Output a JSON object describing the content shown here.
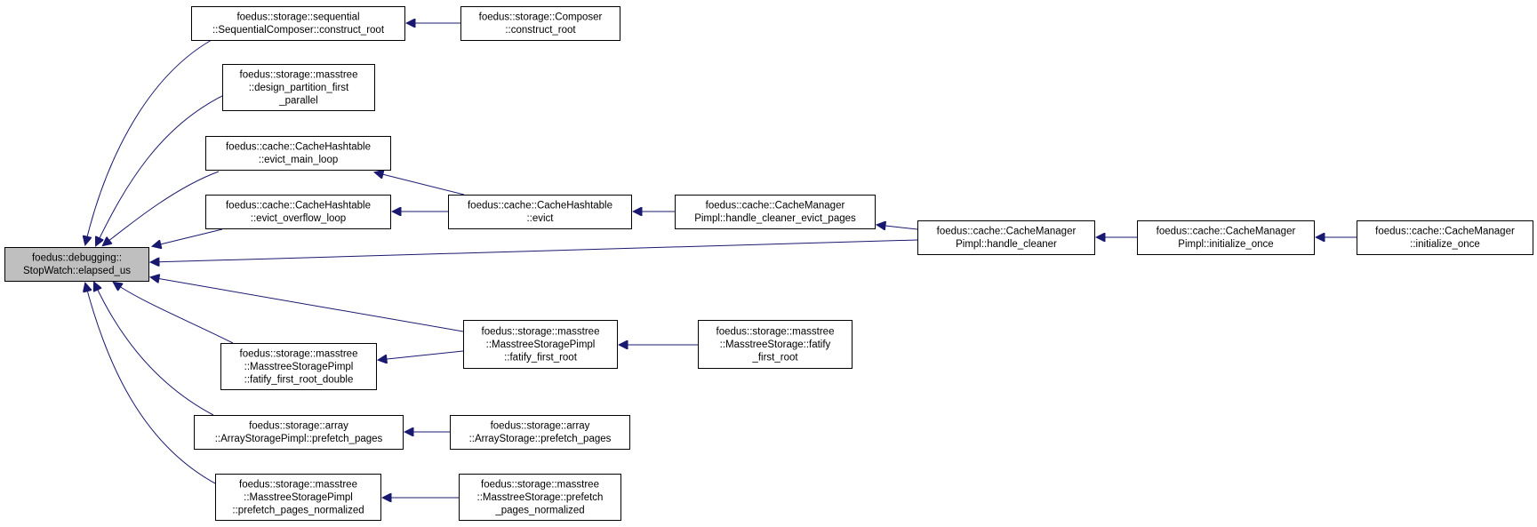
{
  "diagram": {
    "colors": {
      "edge": "#191970",
      "root_fill": "#bfbfbf",
      "node_fill": "#ffffff",
      "node_border": "#000000"
    },
    "nodes": {
      "root": [
        "foedus::debugging::",
        "StopWatch::elapsed_us"
      ],
      "seq_construct_root": [
        "foedus::storage::sequential",
        "::SequentialComposer::construct_root"
      ],
      "composer_construct_root": [
        "foedus::storage::Composer",
        "::construct_root"
      ],
      "design_partition": [
        "foedus::storage::masstree",
        "::design_partition_first",
        "_parallel"
      ],
      "evict_main_loop": [
        "foedus::cache::CacheHashtable",
        "::evict_main_loop"
      ],
      "evict_overflow_loop": [
        "foedus::cache::CacheHashtable",
        "::evict_overflow_loop"
      ],
      "evict": [
        "foedus::cache::CacheHashtable",
        "::evict"
      ],
      "handle_cleaner_evict_pages": [
        "foedus::cache::CacheManager",
        "Pimpl::handle_cleaner_evict_pages"
      ],
      "handle_cleaner": [
        "foedus::cache::CacheManager",
        "Pimpl::handle_cleaner"
      ],
      "pimpl_initialize_once": [
        "foedus::cache::CacheManager",
        "Pimpl::initialize_once"
      ],
      "initialize_once": [
        "foedus::cache::CacheManager",
        "::initialize_once"
      ],
      "fatify_first_root_double": [
        "foedus::storage::masstree",
        "::MasstreeStoragePimpl",
        "::fatify_first_root_double"
      ],
      "pimpl_fatify_first_root": [
        "foedus::storage::masstree",
        "::MasstreeStoragePimpl",
        "::fatify_first_root"
      ],
      "storage_fatify_first_root": [
        "foedus::storage::masstree",
        "::MasstreeStorage::fatify",
        "_first_root"
      ],
      "array_pimpl_prefetch": [
        "foedus::storage::array",
        "::ArrayStoragePimpl::prefetch_pages"
      ],
      "array_prefetch": [
        "foedus::storage::array",
        "::ArrayStorage::prefetch_pages"
      ],
      "pimpl_prefetch_normalized": [
        "foedus::storage::masstree",
        "::MasstreeStoragePimpl",
        "::prefetch_pages_normalized"
      ],
      "storage_prefetch_normalized": [
        "foedus::storage::masstree",
        "::MasstreeStorage::prefetch",
        "_pages_normalized"
      ]
    },
    "edges": [
      {
        "from": "seq_construct_root",
        "to": "root"
      },
      {
        "from": "design_partition",
        "to": "root"
      },
      {
        "from": "evict_main_loop",
        "to": "root"
      },
      {
        "from": "evict_overflow_loop",
        "to": "root"
      },
      {
        "from": "handle_cleaner",
        "to": "root"
      },
      {
        "from": "pimpl_fatify_first_root",
        "to": "root"
      },
      {
        "from": "fatify_first_root_double",
        "to": "root"
      },
      {
        "from": "array_pimpl_prefetch",
        "to": "root"
      },
      {
        "from": "pimpl_prefetch_normalized",
        "to": "root"
      },
      {
        "from": "composer_construct_root",
        "to": "seq_construct_root"
      },
      {
        "from": "evict",
        "to": "evict_main_loop"
      },
      {
        "from": "evict",
        "to": "evict_overflow_loop"
      },
      {
        "from": "handle_cleaner_evict_pages",
        "to": "evict"
      },
      {
        "from": "handle_cleaner",
        "to": "handle_cleaner_evict_pages"
      },
      {
        "from": "pimpl_initialize_once",
        "to": "handle_cleaner"
      },
      {
        "from": "initialize_once",
        "to": "pimpl_initialize_once"
      },
      {
        "from": "pimpl_fatify_first_root",
        "to": "fatify_first_root_double"
      },
      {
        "from": "storage_fatify_first_root",
        "to": "pimpl_fatify_first_root"
      },
      {
        "from": "array_prefetch",
        "to": "array_pimpl_prefetch"
      },
      {
        "from": "storage_prefetch_normalized",
        "to": "pimpl_prefetch_normalized"
      }
    ]
  }
}
